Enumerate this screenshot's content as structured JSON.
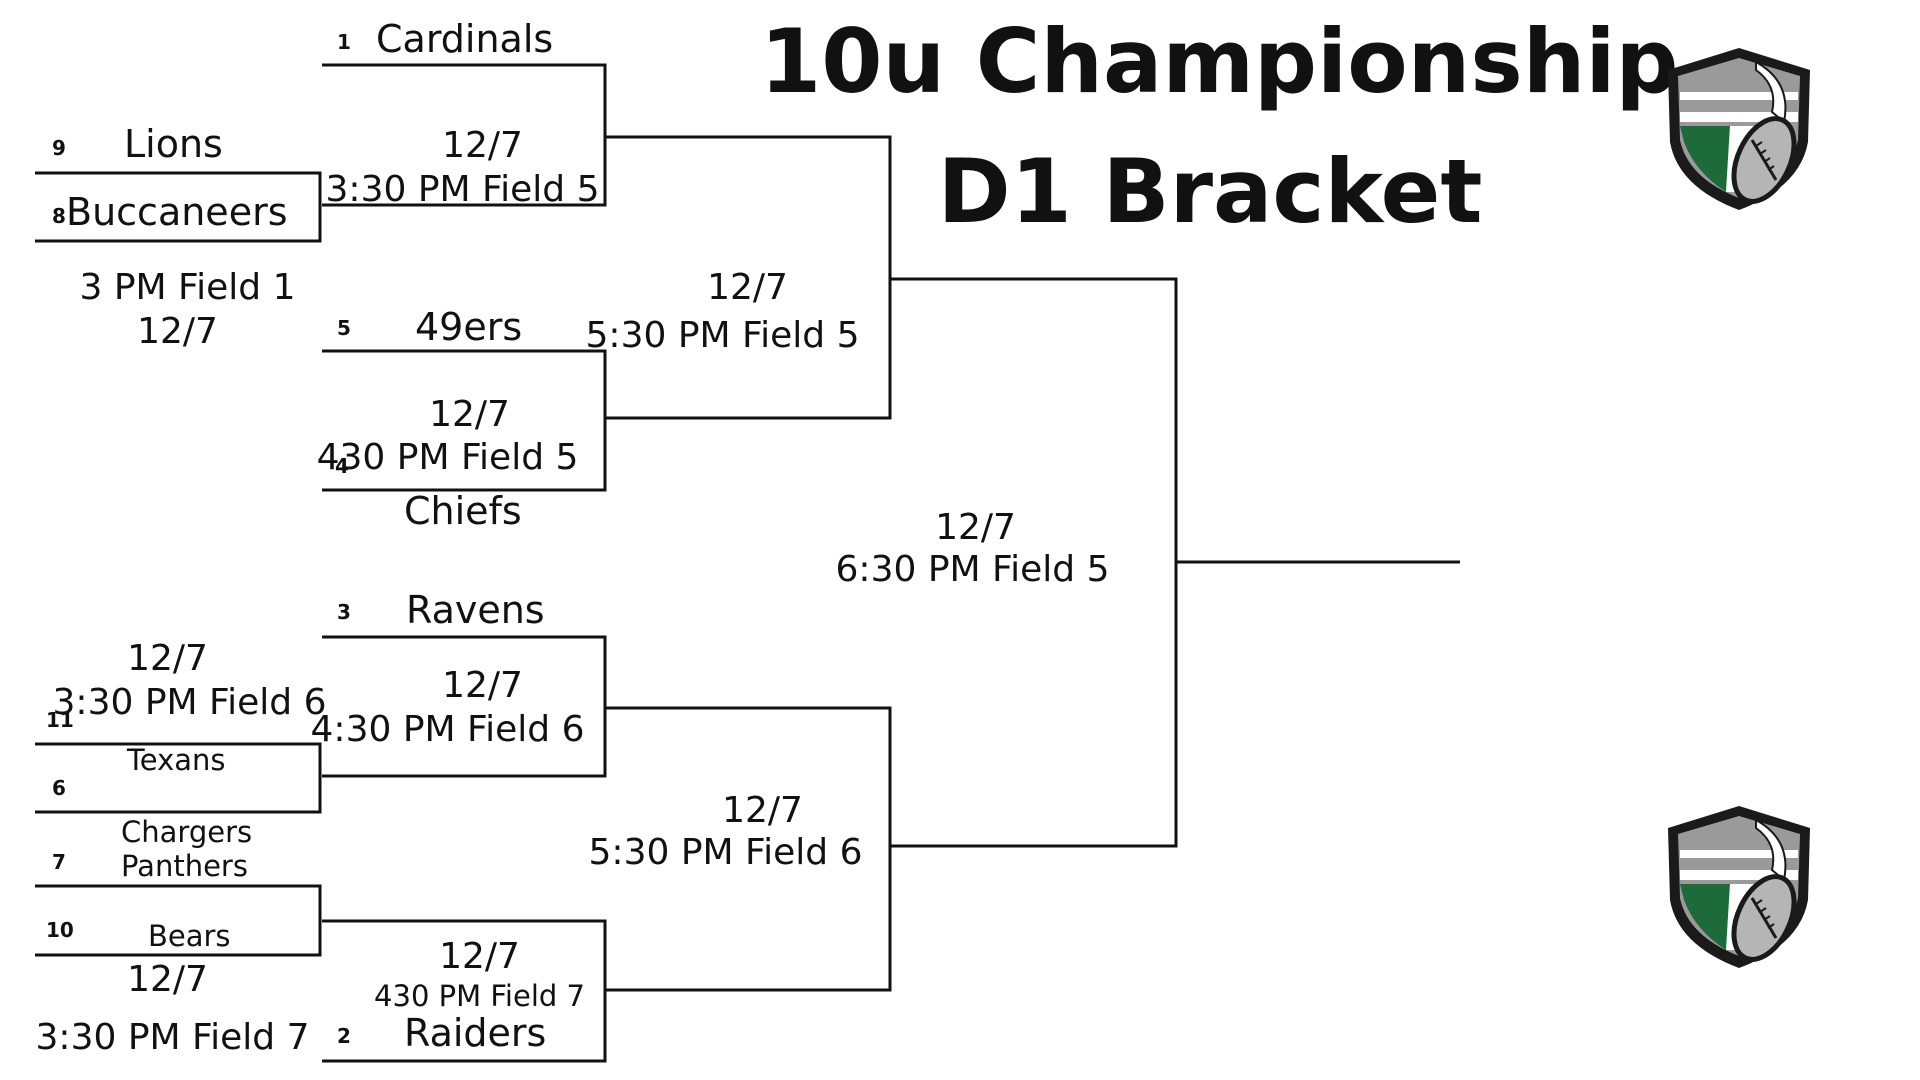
{
  "title": {
    "line1": "10u Championship",
    "line2": "D1 Bracket"
  },
  "teams": {
    "cardinals": {
      "seed": "1",
      "name": "Cardinals"
    },
    "lions": {
      "seed": "9",
      "name": "Lions"
    },
    "buccaneers": {
      "seed": "8",
      "name": "Buccaneers"
    },
    "niners": {
      "seed": "5",
      "name": "49ers"
    },
    "chiefs": {
      "seed": "4",
      "name": "Chiefs"
    },
    "ravens": {
      "seed": "3",
      "name": "Ravens"
    },
    "texans": {
      "seed": "11",
      "name": "Texans"
    },
    "chargers": {
      "seed": "6",
      "name": "Chargers"
    },
    "panthers": {
      "seed": "7",
      "name": "Panthers"
    },
    "bears": {
      "seed": "10",
      "name": "Bears"
    },
    "raiders": {
      "seed": "2",
      "name": "Raiders"
    }
  },
  "games": {
    "lions_bucs": {
      "time": "3 PM Field 1",
      "date": "12/7"
    },
    "cardinals_game": {
      "date": "12/7",
      "time": "3:30 PM Field 5"
    },
    "niners_chiefs": {
      "date": "12/7",
      "time": "430 PM Field 5"
    },
    "top_semi": {
      "date": "12/7",
      "time": "5:30 PM Field 5"
    },
    "final": {
      "date": "12/7",
      "time": "6:30 PM Field 5"
    },
    "texans_game": {
      "date": "12/7",
      "time": "3:30 PM Field 6"
    },
    "ravens_game": {
      "date": "12/7",
      "time": "4:30 PM Field 6"
    },
    "bottom_semi": {
      "date": "12/7",
      "time": "5:30 PM Field 6"
    },
    "panthers_bears": {
      "date": "12/7",
      "time": "3:30 PM Field 7"
    },
    "raiders_game": {
      "date": "12/7",
      "time": "430 PM Field 7"
    }
  },
  "colors": {
    "line": "#111111",
    "logo_green": "#1e6b3a",
    "logo_gray": "#9a9a9a",
    "logo_dark": "#1a1a1a"
  },
  "icons": [
    "shield-football-logo",
    "shield-football-logo"
  ]
}
